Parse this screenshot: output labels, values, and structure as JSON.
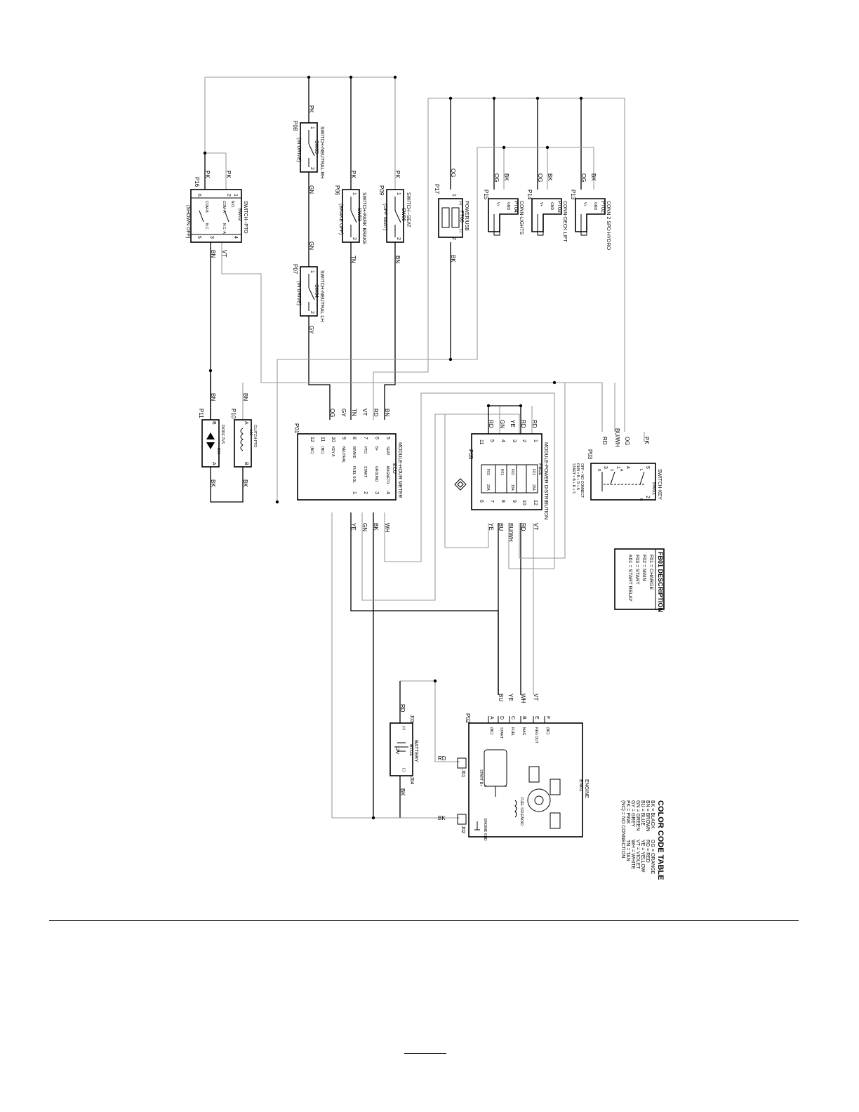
{
  "components": {
    "sw02": {
      "title": "SWITCH--PTO",
      "ref": "SW02",
      "conn": "P16",
      "state": "(SHOWN OFF)",
      "pins": [
        "6",
        "2",
        "3",
        "1",
        "4",
        "5"
      ],
      "terms": [
        "N.C.",
        "COM-B",
        "N.O.-B",
        "N.O.",
        "COM-A",
        "N.C.-A"
      ]
    },
    "sw05": {
      "title": "SWITCH-NEUTRAL RH",
      "ref": "SW05",
      "conn": "P08",
      "state": "(IN DRIVE)",
      "pins": [
        "1",
        "2"
      ]
    },
    "sw04": {
      "title": "SWITCH-NEUTRAL LH",
      "ref": "SW04",
      "conn": "P07",
      "state": "(IN DRIVE)",
      "pins": [
        "1",
        "2"
      ]
    },
    "sw03": {
      "title": "SWITCH-PARK BRAKE",
      "ref": "SW03",
      "conn": "P06",
      "state": "(BRAKE OFF)",
      "pins": [
        "1",
        "2"
      ]
    },
    "sw06": {
      "title": "SWITCH--SEAT",
      "ref": "SW06",
      "conn": "P09",
      "state": "(OFF SEAT)",
      "pins": [
        "1",
        "2"
      ]
    },
    "pt06": {
      "title": "POWER/USB",
      "ref": "PT06",
      "conn": "P17",
      "pins": [
        "1",
        "2"
      ],
      "plus": "(+)",
      "minus": "(-)"
    },
    "pt04": {
      "title": "CONN-LIGHTS",
      "ref": "PT04",
      "conn": "P15",
      "vplus": "V+",
      "gnd": "GND"
    },
    "pt03": {
      "title": "CONN-DECK LIFT",
      "ref": "PT03",
      "conn": "P14",
      "vplus": "V+",
      "gnd": "GND"
    },
    "pt02": {
      "title": "CONN 2 SPD HYDRO",
      "ref": "PT02",
      "conn": "P13",
      "vplus": "V+",
      "gnd": "GND"
    },
    "d01": {
      "title": "DIODE-TVS",
      "ref": "D01",
      "conn": "P11",
      "a": "A",
      "b": "B"
    },
    "l01": {
      "title": "CLUTCH-PTO",
      "ref": "L01",
      "conn": "P10",
      "a": "A",
      "b": "B"
    },
    "ecu": {
      "title": "MODULE-HOUR METER",
      "ref": "ECU",
      "conn": "P01",
      "left_pins": [
        {
          "num": "5",
          "label": "SEAT"
        },
        {
          "num": "6",
          "label": "B+"
        },
        {
          "num": "7",
          "label": "PTO"
        },
        {
          "num": "8",
          "label": "BRAKE"
        },
        {
          "num": "9",
          "label": "NEUTRAL"
        },
        {
          "num": "10",
          "label": "KEY A"
        },
        {
          "num": "11",
          "label": "(NC)"
        },
        {
          "num": "12",
          "label": "(NC)"
        }
      ],
      "right_pins": [
        {
          "num": "4",
          "label": "MAGNETO"
        },
        {
          "num": "3",
          "label": "GROUND"
        },
        {
          "num": "2",
          "label": "START"
        },
        {
          "num": "1",
          "label": "FUEL SOL"
        }
      ]
    },
    "fb01": {
      "title": "MODULE-POWER DISTRIBUTION",
      "ref": "FB01",
      "conn": "P05",
      "f01": "F01",
      "f01a": "25A",
      "f02": "F02",
      "f02a": "15A",
      "f03": "F03",
      "f03a": "20A",
      "k01": "K01",
      "top_pins": [
        "1",
        "2",
        "3",
        "4",
        "5"
      ],
      "bottom_pins": [
        "7",
        "8",
        "9",
        "10",
        "12"
      ],
      "pin6": "6",
      "pin11": "11"
    },
    "sw01": {
      "title": "SWITCH-KEY",
      "ref": "SW01",
      "conn": "P03",
      "pins": [
        "5",
        "4",
        "1",
        "3",
        "2"
      ],
      "terms": [
        "L",
        "A",
        "S",
        "R",
        "B"
      ],
      "modes": [
        "OFF = NO CONNECT",
        "RUN = B + R + A",
        "START = B + R + S"
      ]
    },
    "battery": {
      "title": "BATTERY",
      "ref": "BT01",
      "volts": "12V",
      "plus_conn": "J03",
      "minus_conn": "J04",
      "plus": "(+)",
      "minus": "(-)"
    },
    "engine": {
      "title": "ENGINE",
      "ref": "EN01",
      "conn": "P02",
      "pins": [
        {
          "letter": "F",
          "label": "(NC)"
        },
        {
          "letter": "E",
          "label": "REG OUT"
        },
        {
          "letter": "B",
          "label": "MAG"
        },
        {
          "letter": "C",
          "label": "FUEL"
        },
        {
          "letter": "D",
          "label": "START"
        },
        {
          "letter": "A",
          "label": "(NC)"
        }
      ],
      "j01": "J01",
      "j02": "J02",
      "start_label": "START",
      "fuel_label": "FUEL SOLENOID",
      "ground_label": "ENGINE GND",
      "b_plus": "B+"
    }
  },
  "wire_labels": {
    "pk": "PK",
    "gn": "GN",
    "gy": "GY",
    "tn": "TN",
    "bn": "BN",
    "og": "OG",
    "bk": "BK",
    "vt": "VT",
    "rd": "RD",
    "ye": "YE",
    "wh": "WH",
    "bu": "BU",
    "buwh": "BU/WH"
  },
  "fb01_description": {
    "title": "FB01 DESCRIPTION",
    "lines": [
      "F01 = CHARGE",
      "F02 = MAIN",
      "F03 = START",
      "K01 = START RELAY"
    ]
  },
  "color_code_table": {
    "title": "COLOR CODE TABLE",
    "col1": [
      "BK = BLACK",
      "BN = BROWN",
      "BU = BLUE",
      "GN = GREEN",
      "GY = GREY",
      "PK = PINK",
      "(NC) = NO CONNECTION"
    ],
    "col2": [
      "OG = ORANGE",
      "RD = RED",
      "YE = YELLOW",
      "VT = VIOLET",
      "WH = WHITE",
      "TN = TAN",
      ""
    ]
  }
}
